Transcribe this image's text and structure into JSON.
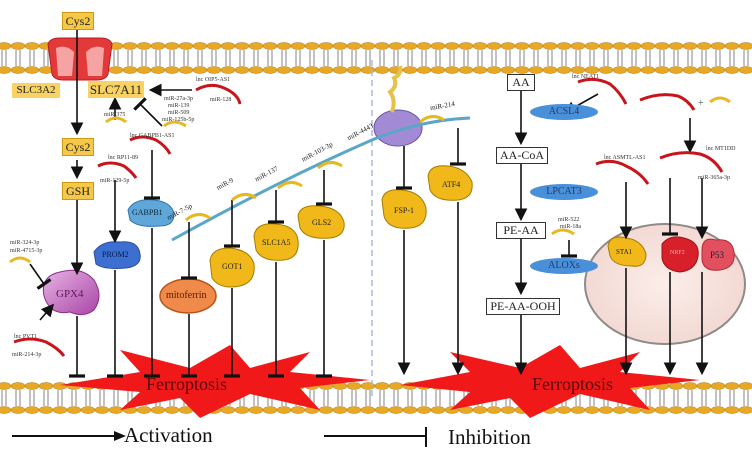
{
  "diagram": {
    "title": "Ferroptosis regulatory pathways",
    "left_panel": {
      "top_metabolite": "Cys2",
      "transporter_subunits": [
        "SLC3A2",
        "SLC7A11"
      ],
      "intracellular": [
        "Cys2",
        "GSH",
        "GPX4"
      ],
      "slc7a11_regulators": {
        "lnc": "lnc OIP5-AS1",
        "lnc_mir": "miR-128",
        "mir_group": [
          "miR-27a-3p",
          "miR-139",
          "miR-509",
          "miR-125b-5p"
        ],
        "mir_375": "miR-375"
      },
      "gabpb1": {
        "lnc": "lnc GABPB1-AS1",
        "protein": "GABPB1"
      },
      "prom2": {
        "lnc": "lnc RP11-89",
        "mir": "miR-129-5p",
        "protein": "PROM2"
      },
      "gpx4_regulators": {
        "mir_group": [
          "miR-324-3p",
          "miR-4715-3p"
        ],
        "lnc": "lnc PVT1",
        "lnc_mir": "miR-214-3p"
      },
      "mrna_strand_mirs": [
        "miR-7-5p",
        "miR-9",
        "miR-137",
        "miR-103-3p",
        "miR-4443"
      ],
      "targets": [
        "mitoferrin",
        "GOT1",
        "SLC1A5",
        "GLS2"
      ],
      "outcome": "Ferroptosis"
    },
    "right_panel": {
      "ribosome_mir": "miR-214",
      "targets": [
        "FSP-1",
        "ATF4"
      ],
      "lipid_pathway": [
        "AA",
        "AA-CoA",
        "PE-AA",
        "PE-AA-OOH"
      ],
      "enzymes": [
        "ACSL4",
        "LPCAT3",
        "ALOXs"
      ],
      "acsl4_lnc": "lnc NEAT1",
      "alox_mirs": [
        "miR-522",
        "miR-18a"
      ],
      "asmtl": "lnc ASMTL-AS1",
      "mt1dp": {
        "lnc": "lnc MT1DD",
        "mir": "miR-365a-3p",
        "plus": "+"
      },
      "nucleus_proteins": [
        "STA1",
        "NRF2",
        "P53"
      ],
      "outcome": "Ferroptosis"
    },
    "legend": {
      "activation": "Activation",
      "inhibition": "Inhibition"
    },
    "colors": {
      "membrane_head": "#e8a825",
      "yellow_box": "#f6c84a",
      "blue_enzyme": "#4a90d9",
      "ferroptosis_burst": "#f01010",
      "gpx4": "#c56bc4",
      "prom2": "#3c6fd0",
      "gabpb1": "#5fa7d8",
      "mitoferrin": "#f08a4a",
      "yellow_protein": "#f0b818",
      "nrf2": "#d8202a",
      "p53": "#e25060"
    }
  }
}
